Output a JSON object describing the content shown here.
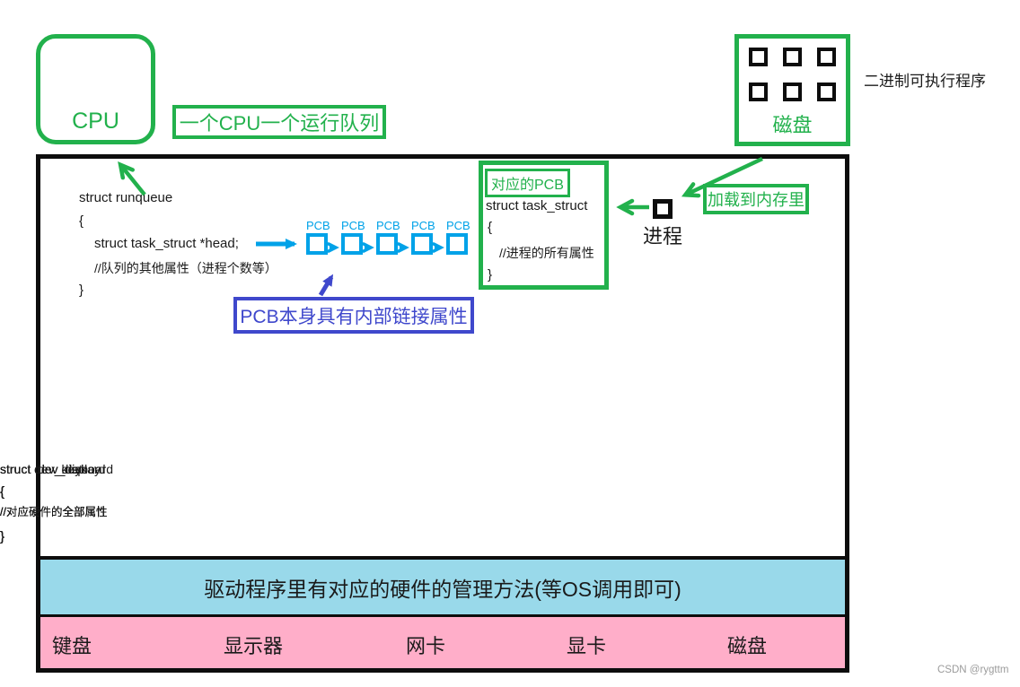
{
  "colors": {
    "green": "#22b14c",
    "blue": "#00a2e8",
    "indigo": "#3f48cc",
    "driver_bar_bg": "#99d9ea",
    "hardware_bar_bg": "#ffaec9",
    "line_black": "#0d0d0d",
    "watermark_gray": "#9b9b9b"
  },
  "cpu": {
    "label": "CPU"
  },
  "notes": {
    "one_cpu_one_queue": "一个CPU一个运行队列",
    "binary_executable": "二进制可执行程序",
    "pcb_internal_link": "PCB本身具有内部链接属性",
    "load_to_memory": "加载到内存里"
  },
  "disk": {
    "label": "磁盘"
  },
  "runqueue_struct": {
    "name": "struct runqueue",
    "open_brace": "{",
    "member": "struct task_struct *head;",
    "comment": "//队列的其他属性（进程个数等）",
    "close_brace": "}"
  },
  "pcb_list": {
    "labels": [
      "PCB",
      "PCB",
      "PCB",
      "PCB",
      "PCB"
    ]
  },
  "pcb_detail": {
    "title": "对应的PCB",
    "name": "struct task_struct",
    "open_brace": "{",
    "comment": "//进程的所有属性",
    "close_brace": "}"
  },
  "process": {
    "label": "进程"
  },
  "device_structs": [
    {
      "name": "struct dev_keyboard",
      "open_brace": "{",
      "comment": "//对应硬件的全部属性",
      "close_brace": "}"
    },
    {
      "name": "struct dev_display",
      "open_brace": "{",
      "comment": "//对应硬件的全部属性",
      "close_brace": "}"
    },
    {
      "name": "struct  dev_net",
      "open_brace": "{",
      "comment": "//对应硬件的全部属性",
      "close_brace": "}"
    },
    {
      "name": "struct  dev_discard",
      "open_brace": "{",
      "comment": "//对应硬件的全部属性",
      "close_brace": "}"
    },
    {
      "name": "struct  dev_disk",
      "open_brace": "{",
      "comment": "//对应硬件的全部属性",
      "close_brace": "}"
    }
  ],
  "driver_bar": {
    "text": "驱动程序里有对应的硬件的管理方法(等OS调用即可)"
  },
  "hardware_bar": {
    "labels": [
      "键盘",
      "显示器",
      "网卡",
      "显卡",
      "磁盘"
    ]
  },
  "watermark": "CSDN @rygttm"
}
